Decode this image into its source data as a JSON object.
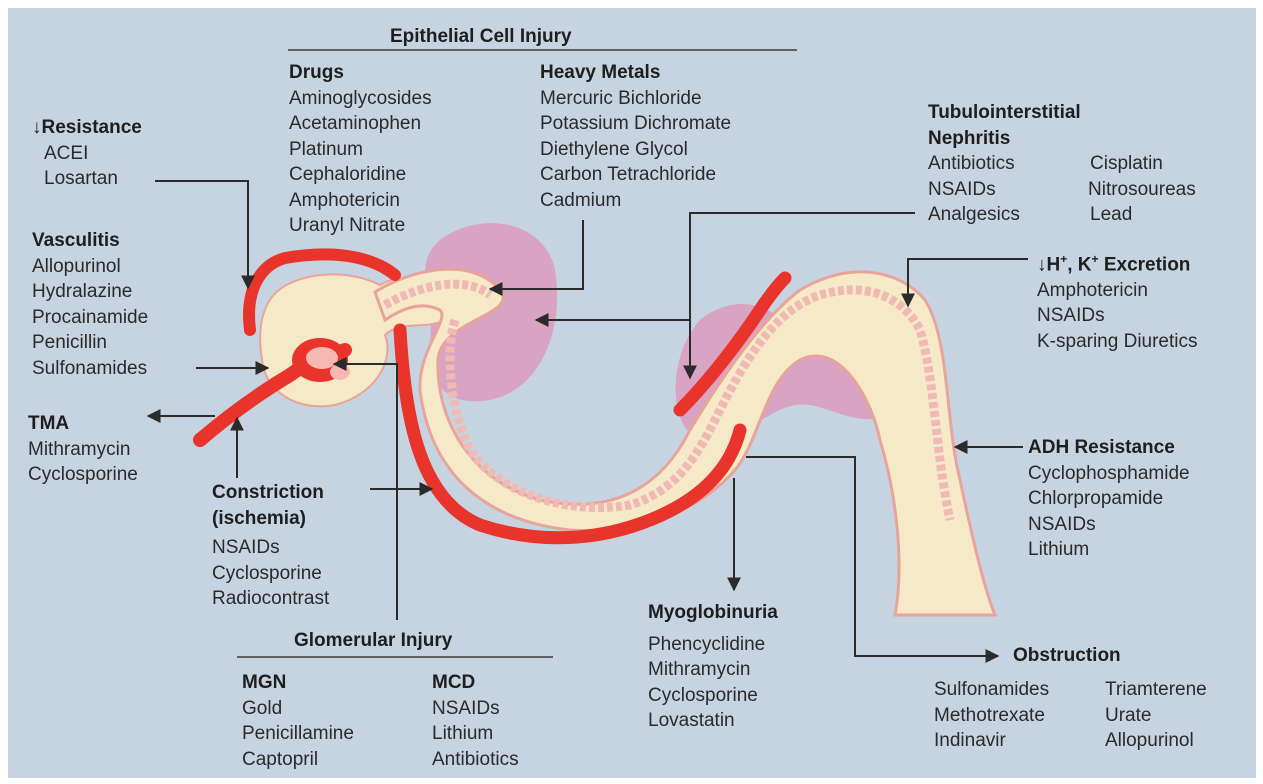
{
  "epithelial": {
    "title": "Epithelial Cell Injury",
    "drugs": {
      "heading": "Drugs",
      "items": [
        "Aminoglycosides",
        "Acetaminophen",
        "Platinum",
        "Cephaloridine",
        "Amphotericin",
        "Uranyl Nitrate"
      ]
    },
    "metals": {
      "heading": "Heavy Metals",
      "items": [
        "Mercuric Bichloride",
        "Potassium Dichromate",
        "Diethylene Glycol",
        "Carbon Tetrachloride",
        "Cadmium"
      ]
    }
  },
  "resistance": {
    "heading": "↓Resistance",
    "items": [
      "ACEI",
      "Losartan"
    ]
  },
  "vasculitis": {
    "heading": "Vasculitis",
    "items": [
      "Allopurinol",
      "Hydralazine",
      "Procainamide",
      "Penicillin",
      "Sulfonamides"
    ]
  },
  "tma": {
    "heading": "TMA",
    "items": [
      "Mithramycin",
      "Cyclosporine"
    ]
  },
  "constriction": {
    "heading_line1": "Constriction",
    "heading_line2": "(ischemia)",
    "items": [
      "NSAIDs",
      "Cyclosporine",
      "Radiocontrast"
    ]
  },
  "glomerular": {
    "title": "Glomerular Injury",
    "mgn": {
      "heading": "MGN",
      "items": [
        "Gold",
        "Penicillamine",
        "Captopril"
      ]
    },
    "mcd": {
      "heading": "MCD",
      "items": [
        "NSAIDs",
        "Lithium",
        "Antibiotics"
      ]
    }
  },
  "tin": {
    "heading_line1": "Tubulointerstitial",
    "heading_line2": "Nephritis",
    "col1": [
      "Antibiotics",
      "NSAIDs",
      "Analgesics"
    ],
    "col2": [
      "Cisplatin",
      "Nitrosoureas",
      "Lead"
    ]
  },
  "excretion": {
    "heading_prefix": "↓H",
    "heading_mid": ", K",
    "heading_suffix": " Excretion",
    "sup": "+",
    "items": [
      "Amphotericin",
      "NSAIDs",
      "K-sparing Diuretics"
    ]
  },
  "adh": {
    "heading": "ADH Resistance",
    "items": [
      "Cyclophosphamide",
      "Chlorpropamide",
      "NSAIDs",
      "Lithium"
    ]
  },
  "myoglobinuria": {
    "heading": "Myoglobinuria",
    "items": [
      "Phencyclidine",
      "Mithramycin",
      "Cyclosporine",
      "Lovastatin"
    ]
  },
  "obstruction": {
    "heading": "Obstruction",
    "col1": [
      "Sulfonamides",
      "Methotrexate",
      "Indinavir"
    ],
    "col2": [
      "Triamterene",
      "Urate",
      "Allopurinol"
    ]
  },
  "colors": {
    "background": "#c6d4e2",
    "vessel": "#e8342b",
    "tubule": "#f5e9c8",
    "epithelium": "#f1b9b3",
    "interstitium": "#d9a3c4",
    "arrow": "#2b2b2b"
  }
}
